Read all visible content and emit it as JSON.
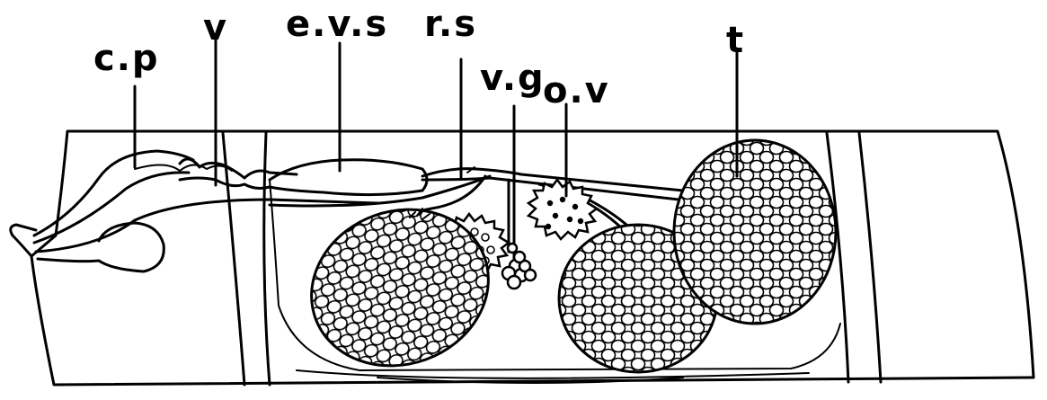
{
  "labels": {
    "cp": "c.p",
    "v": "v",
    "evs": "e.v.s",
    "rs": "r.s",
    "vg": "v.g",
    "ov": "o.v",
    "t": "t"
  },
  "colors": {
    "ink": "#000000",
    "paper": "#ffffff"
  }
}
